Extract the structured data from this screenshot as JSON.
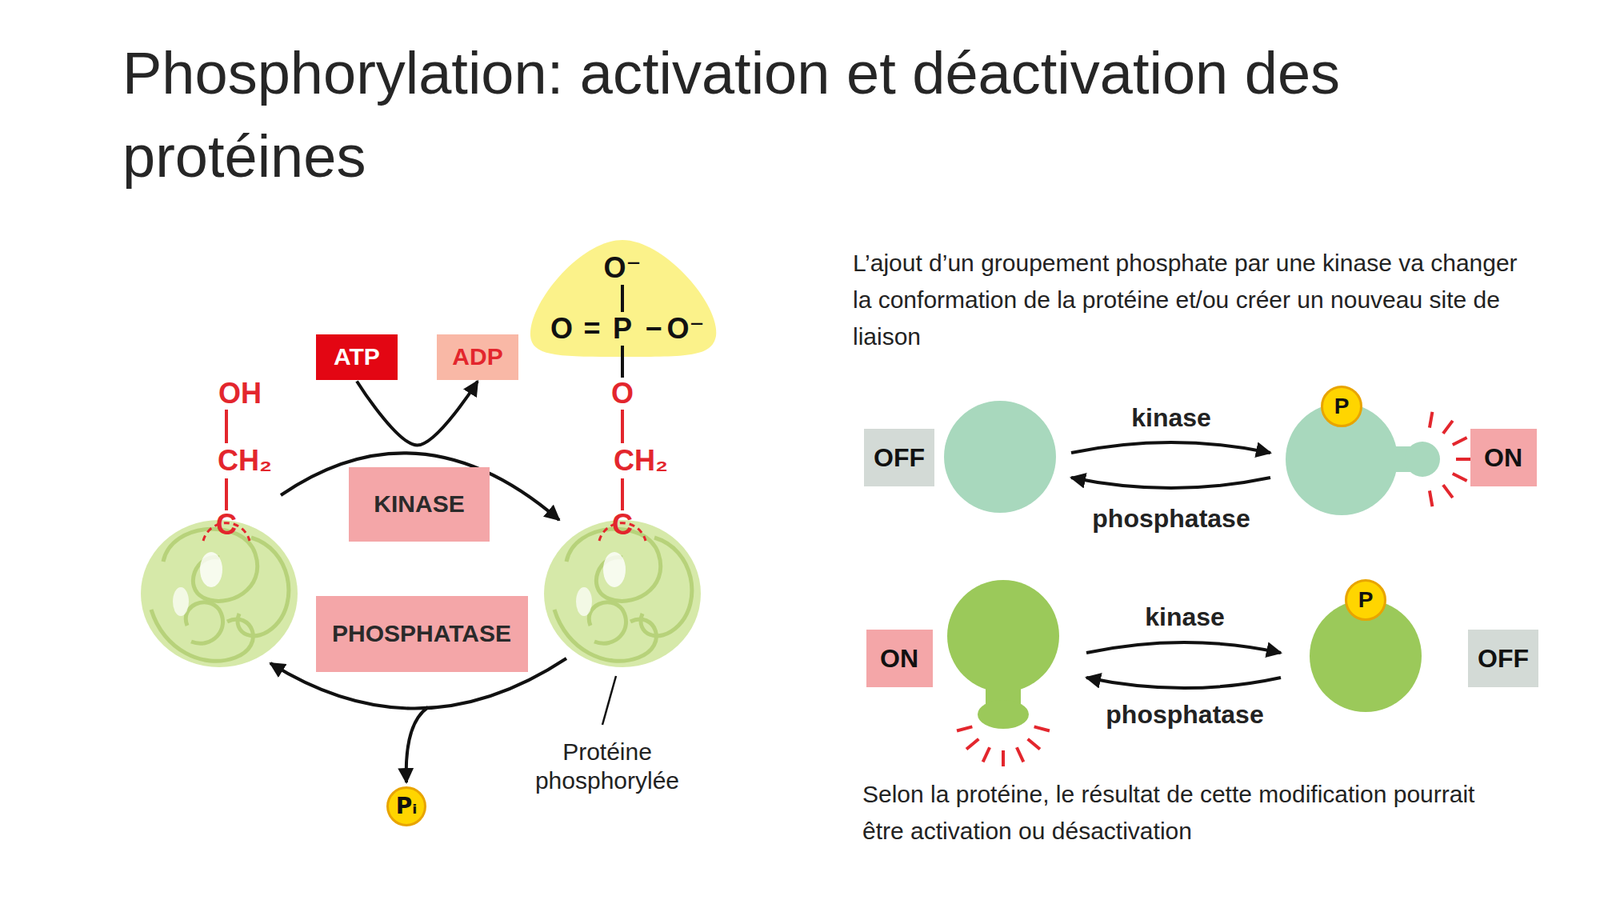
{
  "diagram": {
    "title": "Phosphorylation: activation et déactivation des protéines",
    "nodes": [
      {
        "text": [
          "ATP"
        ]
      },
      {
        "text": [
          "ADP"
        ]
      },
      {
        "text": [
          "KINASE"
        ]
      },
      {
        "text": [
          "PHOSPHATASE"
        ]
      },
      {
        "text": [
          "Pᵢ"
        ]
      },
      {
        "text": [
          "OFF"
        ]
      },
      {
        "text": [
          "P"
        ]
      },
      {
        "text": [
          "ON"
        ]
      },
      {
        "text": [
          "ON"
        ]
      },
      {
        "text": [
          "P"
        ]
      },
      {
        "text": [
          "OFF"
        ]
      }
    ],
    "edges": [
      {
        "from": 0,
        "to": 1,
        "arrow": "to"
      }
    ],
    "labels": [
      "O⁻",
      "O",
      "=",
      "P",
      "−",
      "O⁻",
      "OH",
      "CH₂",
      "C",
      "O",
      "CH₂",
      "C",
      "Protéine phosphorylée",
      "L’ajout d’un groupement phosphate par une kinase va changer la conformation de la protéine et/ou créer un nouveau site de liaison",
      "kinase",
      "phosphatase",
      "kinase",
      "phosphatase",
      "Selon la protéine, le résultat de cette modification pourrait être activation ou désactivation"
    ]
  }
}
